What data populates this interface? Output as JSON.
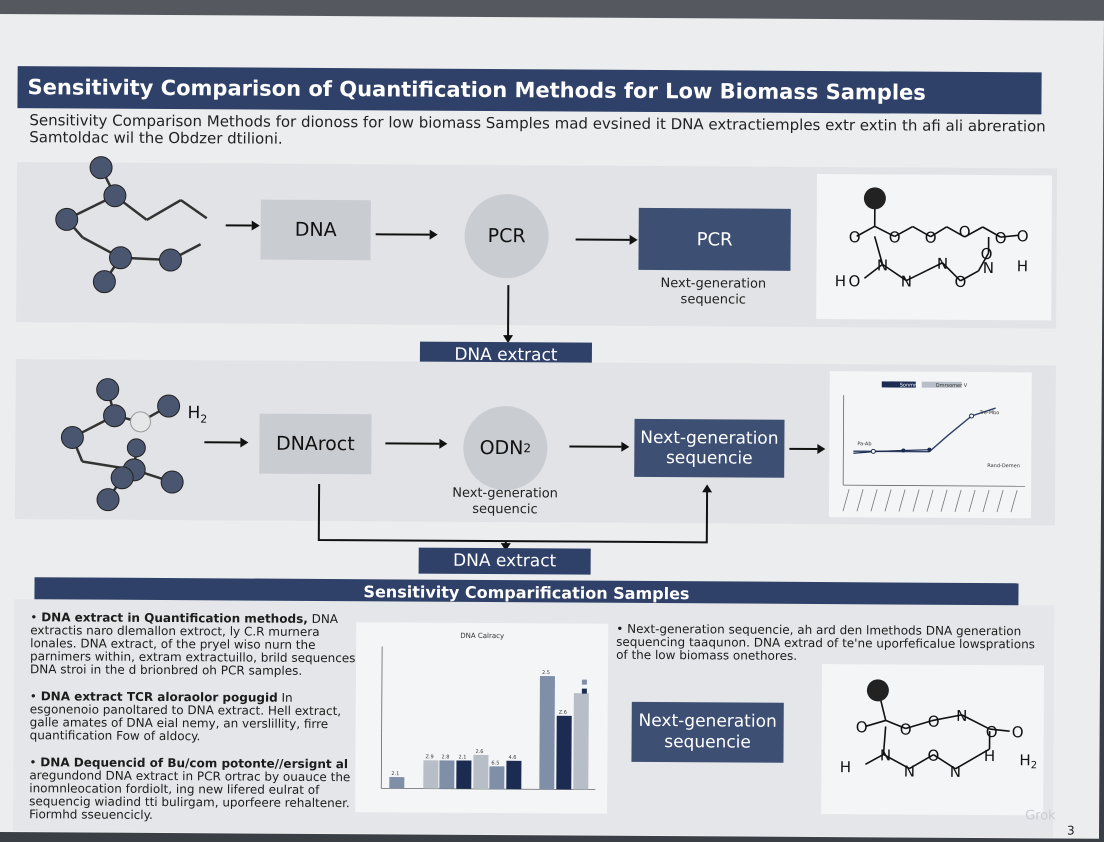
{
  "title": "Sensitivity Comparison of Quantification Methods for Low Biomass Samples",
  "intro": "Sensitivity Comparison Methods for dionoss for low biomass Samples mad evsined it DNA extractiemples extr extin th afi ali abreration Samtoldac wil the Obdzer dtilioni.",
  "row1": {
    "dna": "DNA",
    "pcr_circle": "PCR",
    "pcr_box": "PCR",
    "ngs_caption_line1": "Next-generation",
    "ngs_caption_line2": "sequencic",
    "chem_labels": [
      "O",
      "O",
      "O",
      "O",
      "O",
      "N",
      "N",
      "N",
      "N",
      "O",
      "H",
      "H",
      "O",
      "O",
      "O"
    ]
  },
  "dna_extract_label": "DNA extract",
  "row2": {
    "h2_label": "H",
    "h2_sub": "2",
    "dnaroct": "DNAroct",
    "odn_main": "ODN",
    "odn_sub": "2",
    "odn_caption_line1": "Next-generation",
    "odn_caption_line2": "sequencic",
    "ngs_box_line1": "Next-generation",
    "ngs_box_line2": "sequencie"
  },
  "dna_extract_bottom": "DNA extract",
  "section_title": "Sensitivity Comparification Samples",
  "bullets_left": [
    {
      "bold": "DNA extract in Quantification methods,",
      "text": " DNA extractis naro dlemallon extroct, ly C.R murnera lonales. DNA extract, of the pryel wiso nurn the parnimers within, extram extractuillo, brild sequences, DNA stroi in the d brionbred oh PCR samples."
    },
    {
      "bold": "DNA extract TCR aloraolor pogugid",
      "text": " In esgonenoio panoltared to DNA extract. Hell extract, galle amates of DNA eial nemy, an verslillity, firre quantification Fow of aldocy."
    },
    {
      "bold": "DNA Dequencid of Bu/com potonte//ersignt al",
      "text": " aregundond DNA extract in PCR ortrac by ouauce the inomnleocation fordiolt, ing new lifered eulrat of sequencig wiadind tti bulirgam, uporfeere rehaltener. Fiormhd sseuencicly."
    }
  ],
  "bullet_right": "Next-generation sequencie, ah ard den lmethods DNA generation sequencing taaqunon. DNA extrad of te'ne uporfeficalue lowsprations of the low biomass onethores.",
  "ngs_box_bottom_line1": "Next-generation",
  "ngs_box_bottom_line2": "sequencie",
  "chem_bottom_labels": [
    "O",
    "O",
    "N",
    "O",
    "O",
    "N",
    "N",
    "N",
    "O",
    "H",
    "H",
    "O"
  ],
  "h2_bottom": "H",
  "h2_bottom_sub": "2",
  "line_chart": {
    "legend": [
      "Sonmrle",
      "Dmrsomer V"
    ],
    "annotation_top": "Tre-Mbo",
    "annotation_left": "Pa-Ab",
    "annotation_right": "Rand-Demen"
  },
  "chart_data": {
    "type": "bar",
    "title": "DNA Calracy",
    "categories": [
      "",
      "",
      "",
      ""
    ],
    "series": [
      {
        "name": "",
        "values": [
          1,
          2.5,
          2,
          10
        ]
      },
      {
        "name": "",
        "values": [
          0,
          2.5,
          2.5,
          6.5
        ]
      },
      {
        "name": "",
        "values": [
          2.5,
          3,
          0,
          8.5
        ]
      }
    ],
    "value_labels": [
      "2.1",
      "Z.9",
      "2.8",
      "2.1",
      "2.6",
      "6.5",
      "4.6",
      "2.5",
      "Z.6"
    ],
    "colors": [
      "#7f8fa8",
      "#1b2b52",
      "#b8bec8"
    ],
    "ylim": [
      0,
      12
    ]
  },
  "page_number": "3",
  "watermark": "Grok"
}
